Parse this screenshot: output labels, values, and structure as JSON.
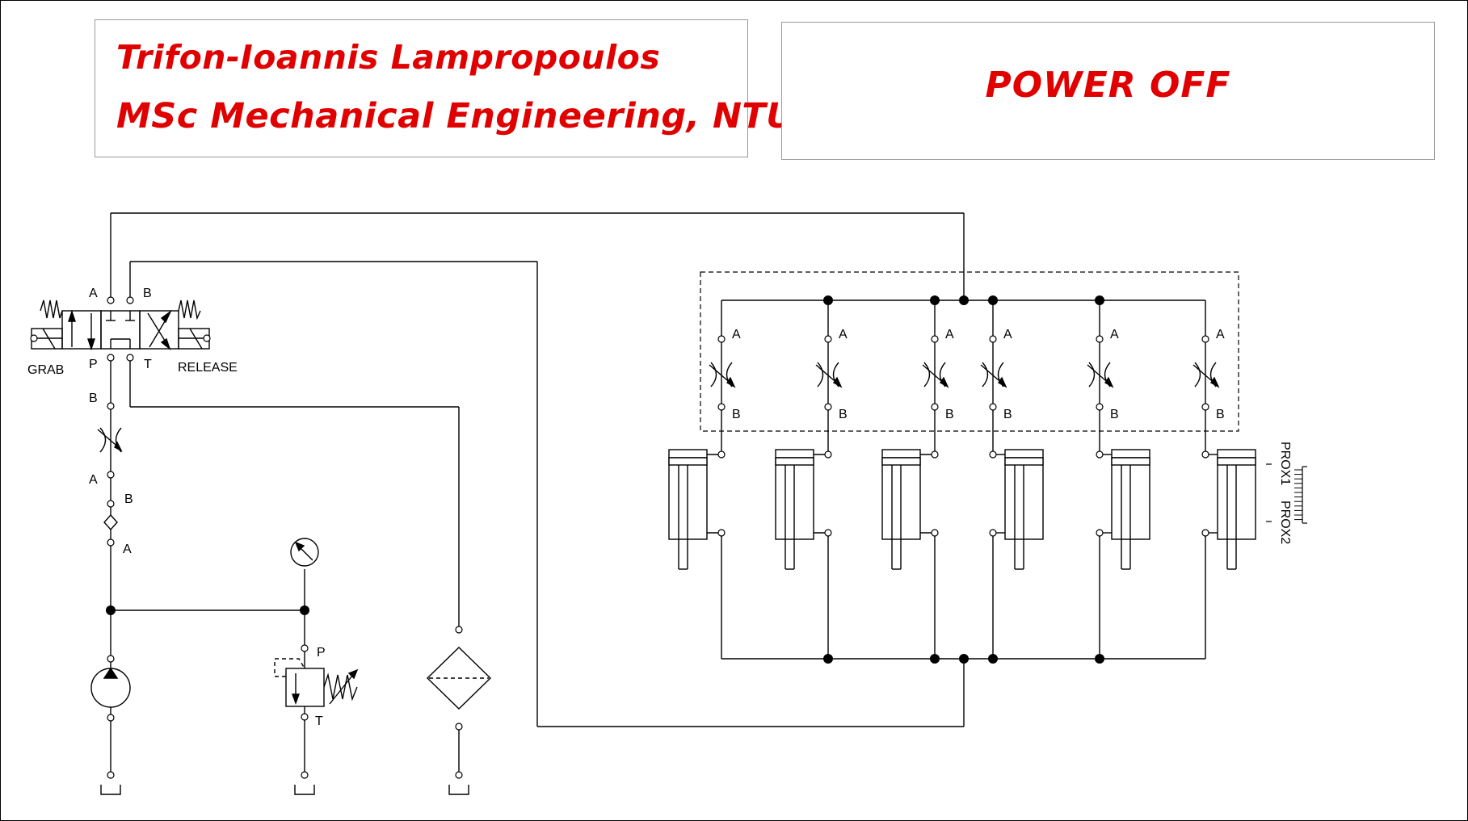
{
  "header": {
    "author_name": "Trifon-Ioannis  Lampropoulos",
    "author_degree": "MSc Mechanical Engineering, NTUA",
    "power_status": "POWER  OFF",
    "text_color": "#e00000"
  },
  "valve": {
    "left_label": "GRAB",
    "right_label": "RELEASE",
    "port_a": "A",
    "port_b": "B",
    "port_p": "P",
    "port_t": "T"
  },
  "pump_line": {
    "throttle_top": "B",
    "throttle_bottom": "A",
    "check_top": "B",
    "check_bottom": "A"
  },
  "relief_valve": {
    "port_p": "P",
    "port_t": "T"
  },
  "flow_controls": {
    "top_label": "A",
    "bottom_label": "B"
  },
  "sensors": {
    "prox1": "PROX1",
    "prox2": "PROX2"
  }
}
